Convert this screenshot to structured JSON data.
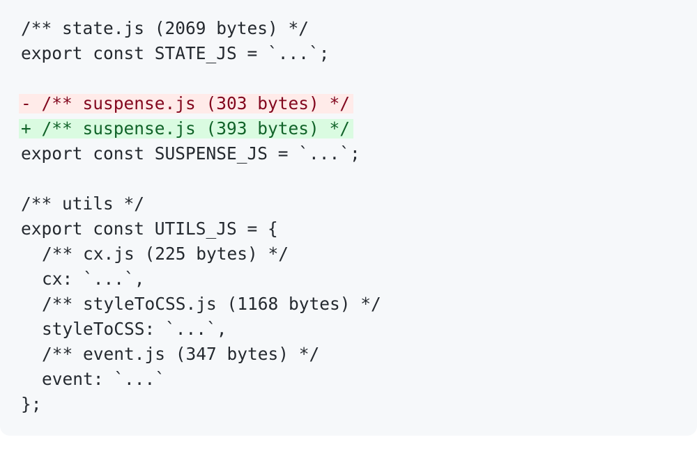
{
  "code": {
    "lines": [
      "/** state.js (2069 bytes) */",
      "export const STATE_JS = `...`;",
      "",
      "- /** suspense.js (303 bytes) */",
      "+ /** suspense.js (393 bytes) */",
      "export const SUSPENSE_JS = `...`;",
      "",
      "/** utils */",
      "export const UTILS_JS = {",
      "/** cx.js (225 bytes) */",
      "cx: `...`,",
      "/** styleToCSS.js (1168 bytes) */",
      "styleToCSS: `...`,",
      "/** event.js (347 bytes) */",
      "event: `...`",
      "};"
    ]
  },
  "colors": {
    "background": "#f6f8fa",
    "text": "#24292f",
    "removed_bg": "#ffebe9",
    "removed_text": "#82071e",
    "added_bg": "#dafbe1",
    "added_text": "#116329"
  }
}
